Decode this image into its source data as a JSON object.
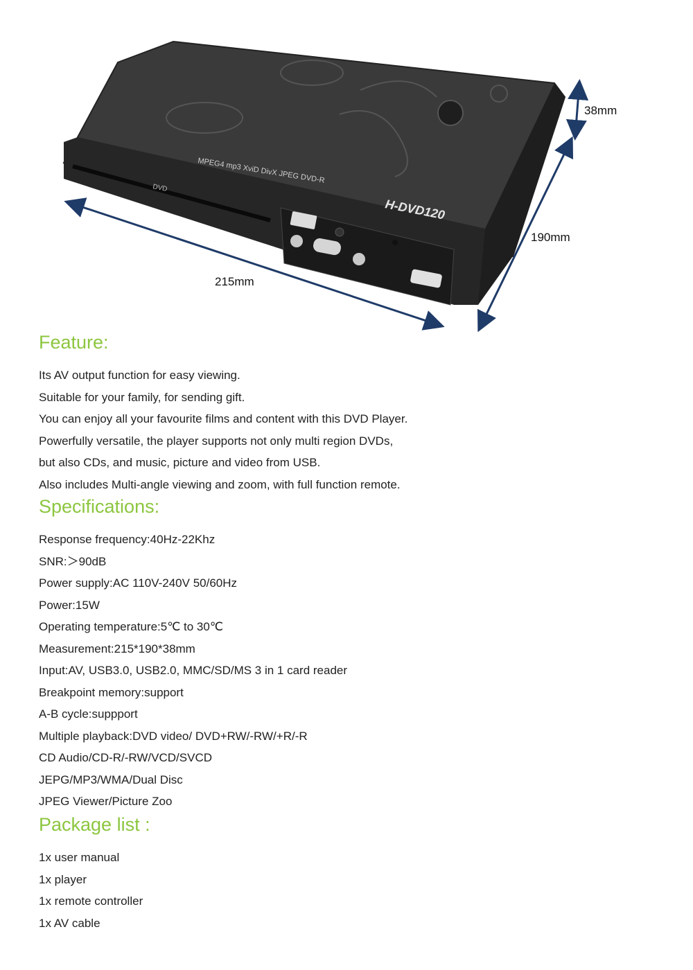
{
  "product": {
    "front_label": "DVD",
    "model": "H-DVD120",
    "format_logos": [
      "MPEG4",
      "mp3",
      "XviD",
      "DivX",
      "JPEG",
      "DVD-R"
    ],
    "colors": {
      "body": "#2e2e2e",
      "top": "#3a3a3a",
      "arrow": "#1f3b68"
    }
  },
  "dimensions": {
    "width": "215mm",
    "depth": "190mm",
    "height": "38mm"
  },
  "feature": {
    "title": "Feature:",
    "lines": [
      "Its AV output function for easy viewing.",
      "Suitable for your family, for sending gift.",
      "You can enjoy all your favourite films and content with this DVD Player.",
      "Powerfully versatile, the player supports not only multi region DVDs,",
      "but also CDs, and music, picture and video from USB.",
      "Also includes Multi-angle viewing and zoom, with full function remote."
    ]
  },
  "specifications": {
    "title": "Specifications:",
    "lines": [
      "Response frequency:40Hz-22Khz",
      "SNR:＞90dB",
      "Power supply:AC 110V-240V 50/60Hz",
      "Power:15W",
      "Operating temperature:5℃ to 30℃",
      "Measurement:215*190*38mm",
      "Input:AV, USB3.0, USB2.0, MMC/SD/MS 3 in 1 card reader",
      "Breakpoint memory:support",
      "A-B cycle:suppport",
      "Multiple playback:DVD video/ DVD+RW/-RW/+R/-R",
      "CD Audio/CD-R/-RW/VCD/SVCD",
      "JEPG/MP3/WMA/Dual Disc",
      "JPEG Viewer/Picture Zoo"
    ]
  },
  "package": {
    "title": "Package list :",
    "lines": [
      "1x user manual",
      "1x player",
      "1x remote controller",
      "1x AV cable"
    ]
  },
  "colors": {
    "heading": "#8cc63f",
    "text": "#222222"
  }
}
